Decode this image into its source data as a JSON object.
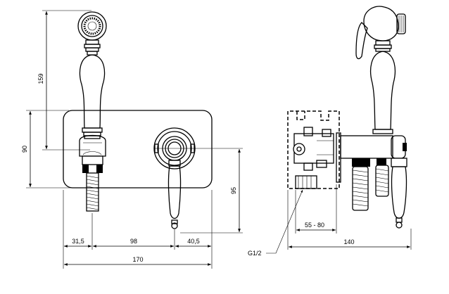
{
  "dimensions": {
    "height_handshower": "159",
    "height_plate": "90",
    "height_lever": "95",
    "width_left": "31,5",
    "width_mid": "98",
    "width_right": "40,5",
    "width_total": "170",
    "depth_range": "55 - 80",
    "depth_total": "140"
  },
  "labels": {
    "thread": "G1/2"
  }
}
